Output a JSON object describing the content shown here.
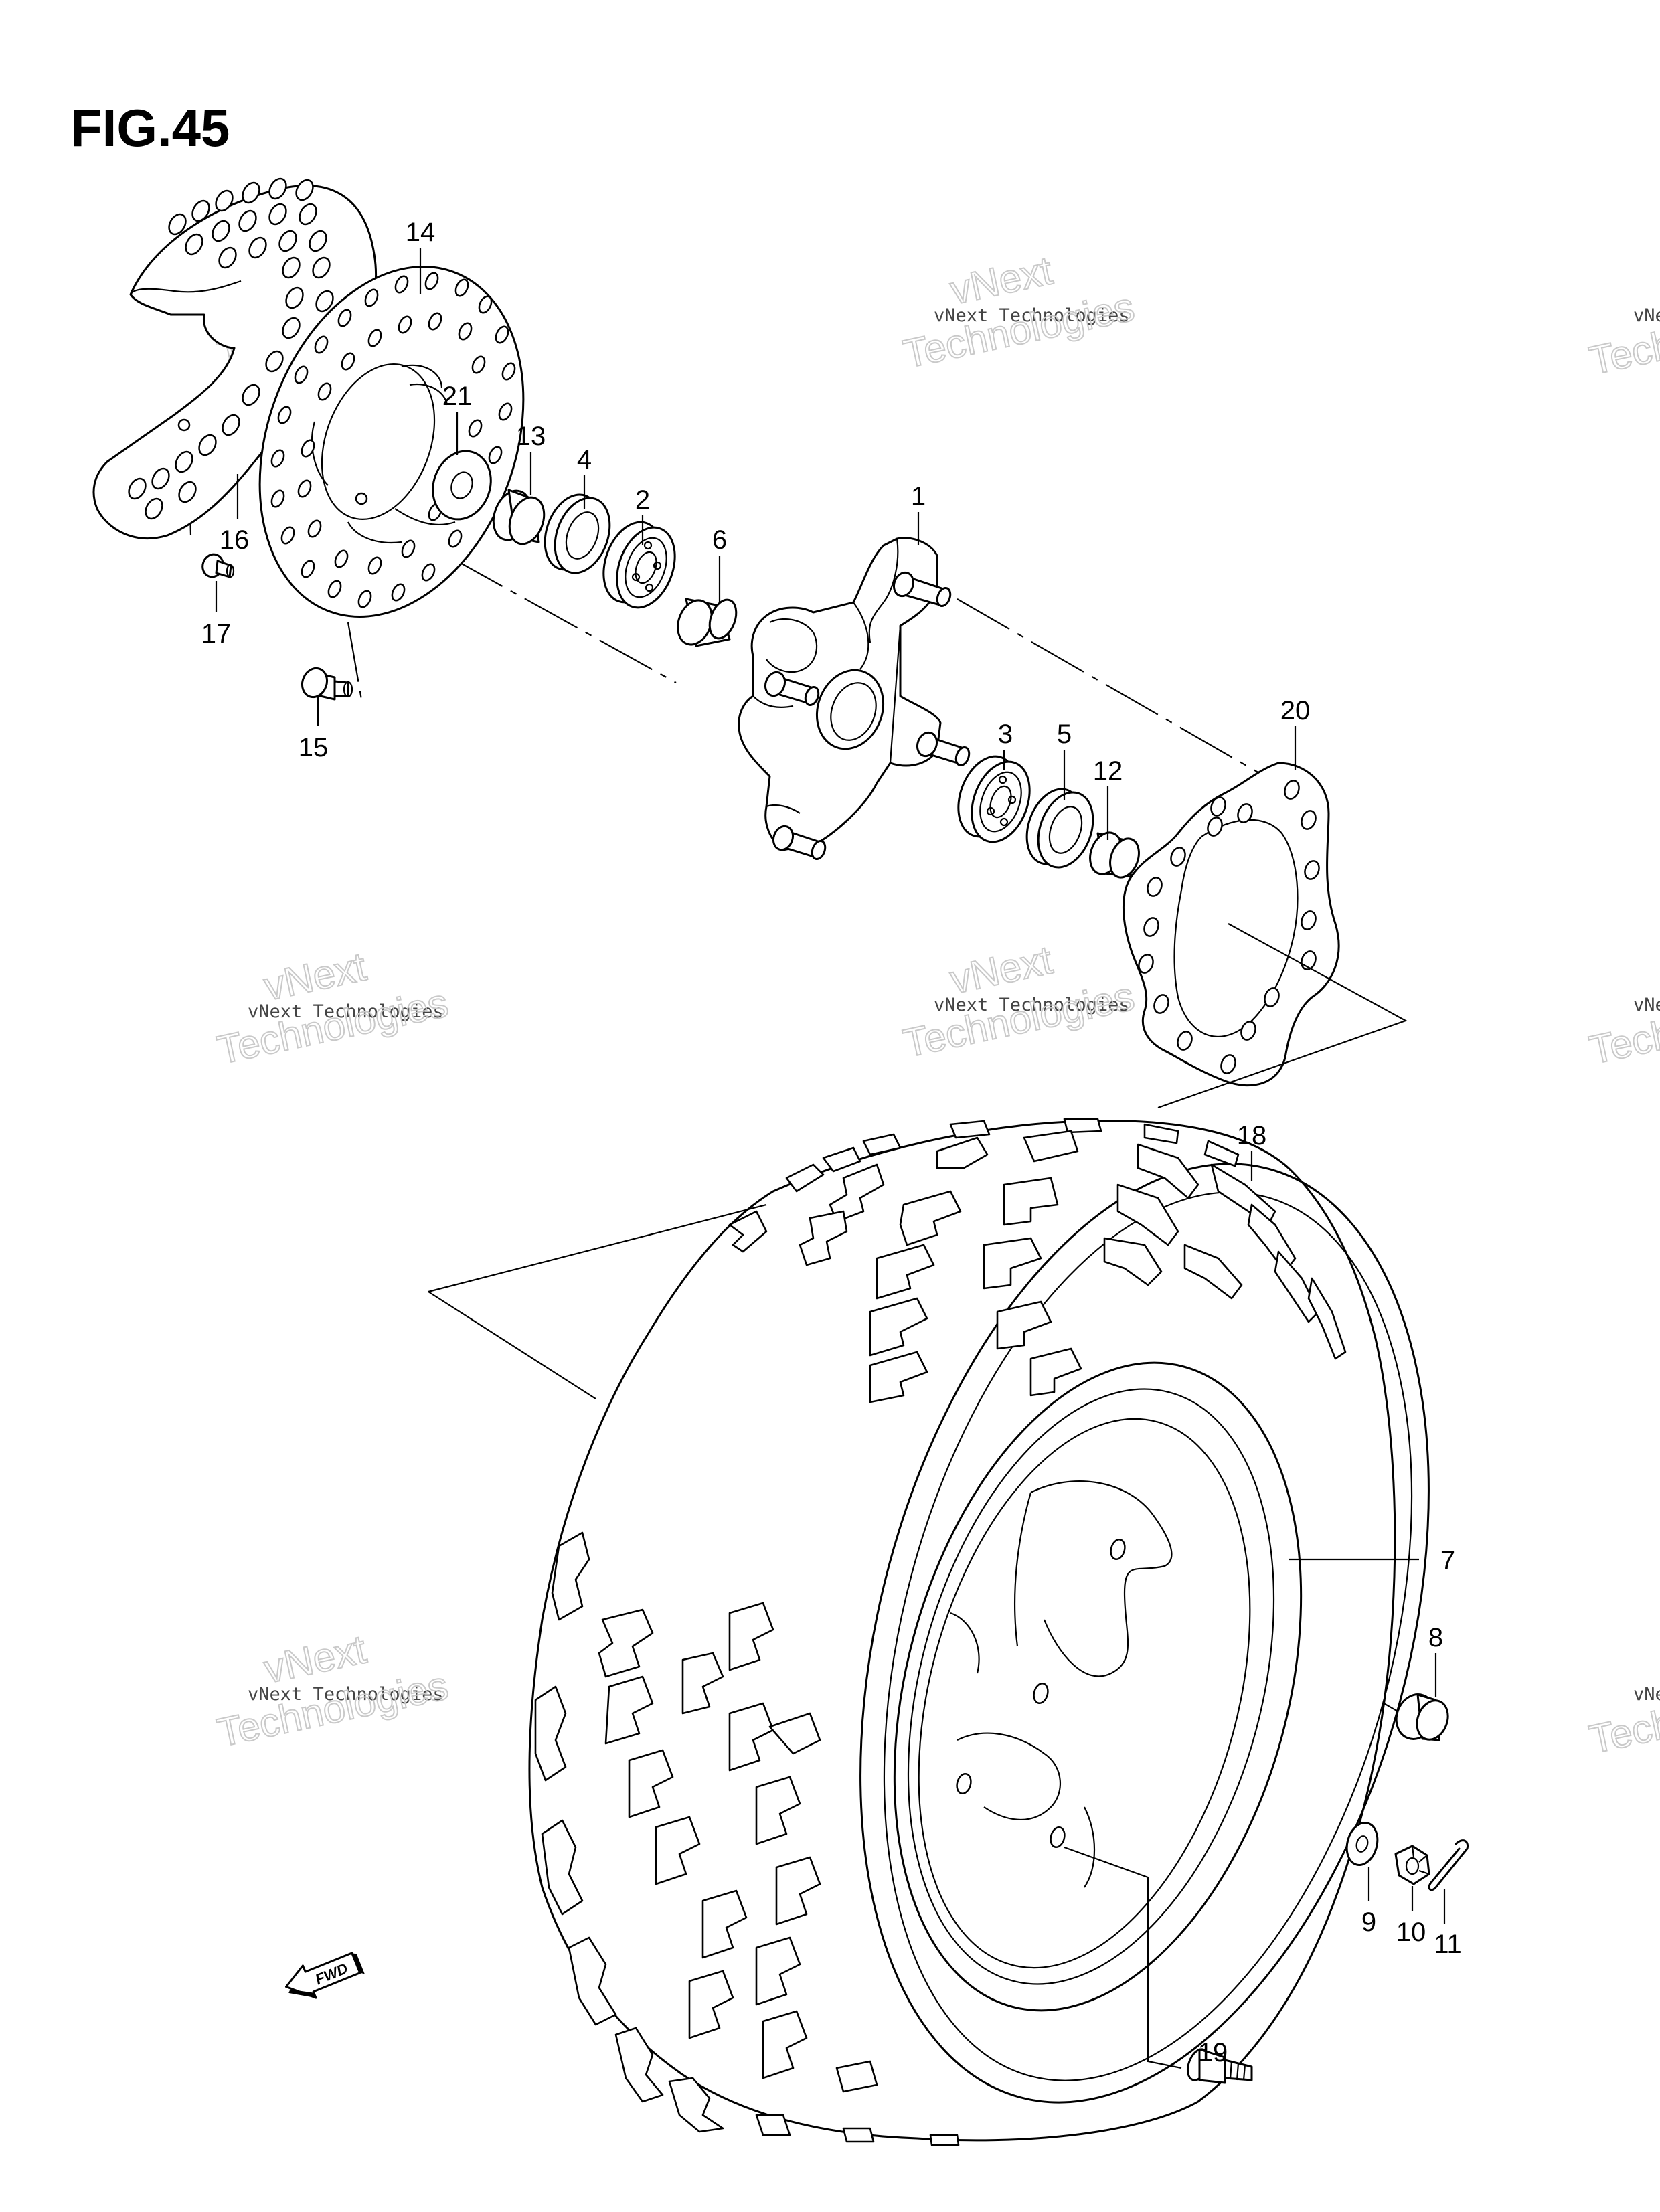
{
  "figure": {
    "title": "FIG.45"
  },
  "watermark": {
    "line1": "vNext Technologies",
    "line2": "vNext",
    "line3": "Technologies"
  },
  "direction_indicator": {
    "label": "FWD"
  },
  "callouts": [
    "1",
    "2",
    "3",
    "4",
    "5",
    "6",
    "7",
    "8",
    "9",
    "10",
    "11",
    "12",
    "13",
    "14",
    "15",
    "16",
    "17",
    "18",
    "19",
    "20",
    "21"
  ]
}
